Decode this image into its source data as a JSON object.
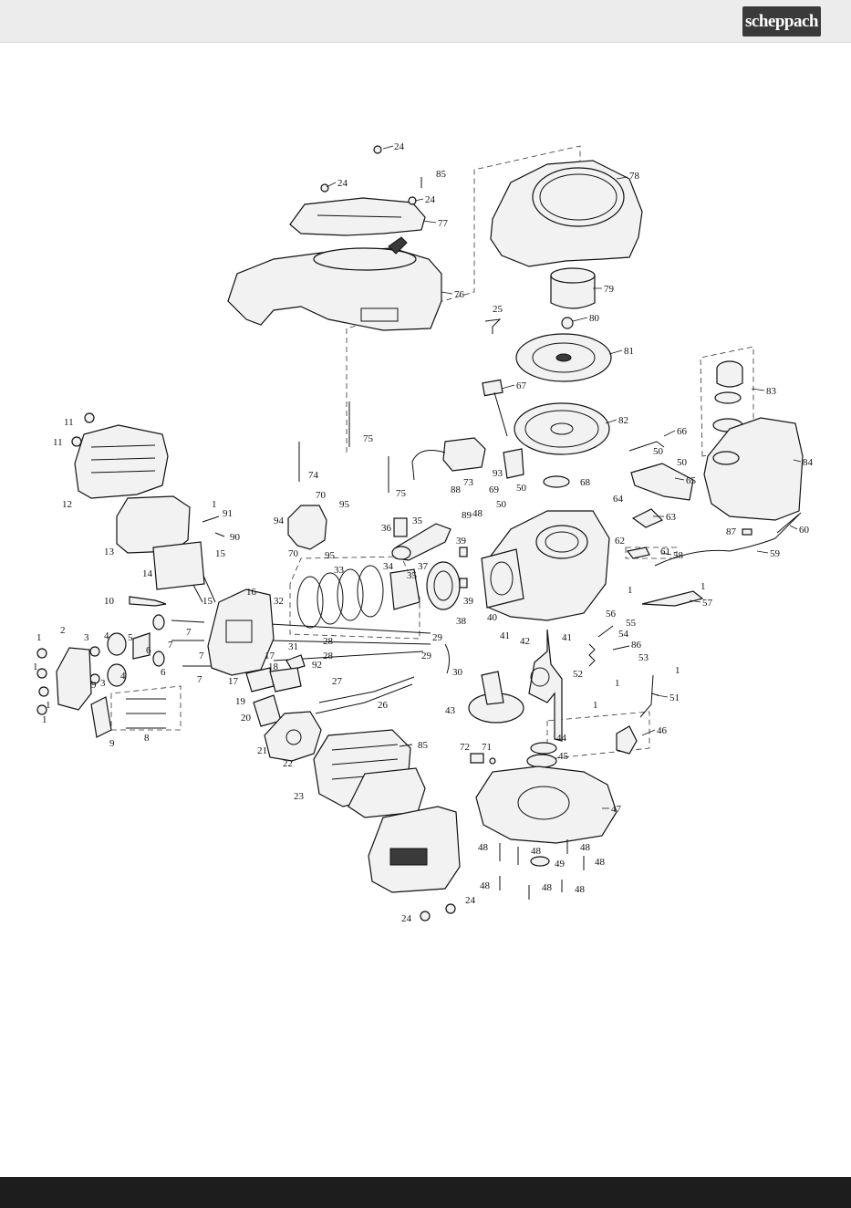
{
  "header": {
    "brand_logo": "scheppach",
    "background_color": "#ececec",
    "footer_color": "#1d1d1d"
  },
  "diagram": {
    "type": "exploded-parts-view",
    "callouts": [
      "1",
      "2",
      "3",
      "4",
      "5",
      "6",
      "7",
      "8",
      "9",
      "10",
      "11",
      "12",
      "13",
      "14",
      "15",
      "16",
      "17",
      "18",
      "19",
      "20",
      "21",
      "22",
      "23",
      "24",
      "25",
      "26",
      "27",
      "28",
      "29",
      "30",
      "31",
      "32",
      "33",
      "34",
      "35",
      "36",
      "37",
      "38",
      "39",
      "40",
      "41",
      "42",
      "43",
      "44",
      "45",
      "46",
      "47",
      "48",
      "49",
      "50",
      "51",
      "52",
      "53",
      "54",
      "55",
      "56",
      "57",
      "58",
      "59",
      "60",
      "61",
      "62",
      "63",
      "64",
      "65",
      "66",
      "67",
      "68",
      "69",
      "70",
      "71",
      "72",
      "73",
      "74",
      "75",
      "76",
      "77",
      "78",
      "79",
      "80",
      "81",
      "82",
      "83",
      "84",
      "85",
      "86",
      "87",
      "88",
      "89",
      "90",
      "91",
      "92",
      "93",
      "94",
      "95"
    ]
  }
}
